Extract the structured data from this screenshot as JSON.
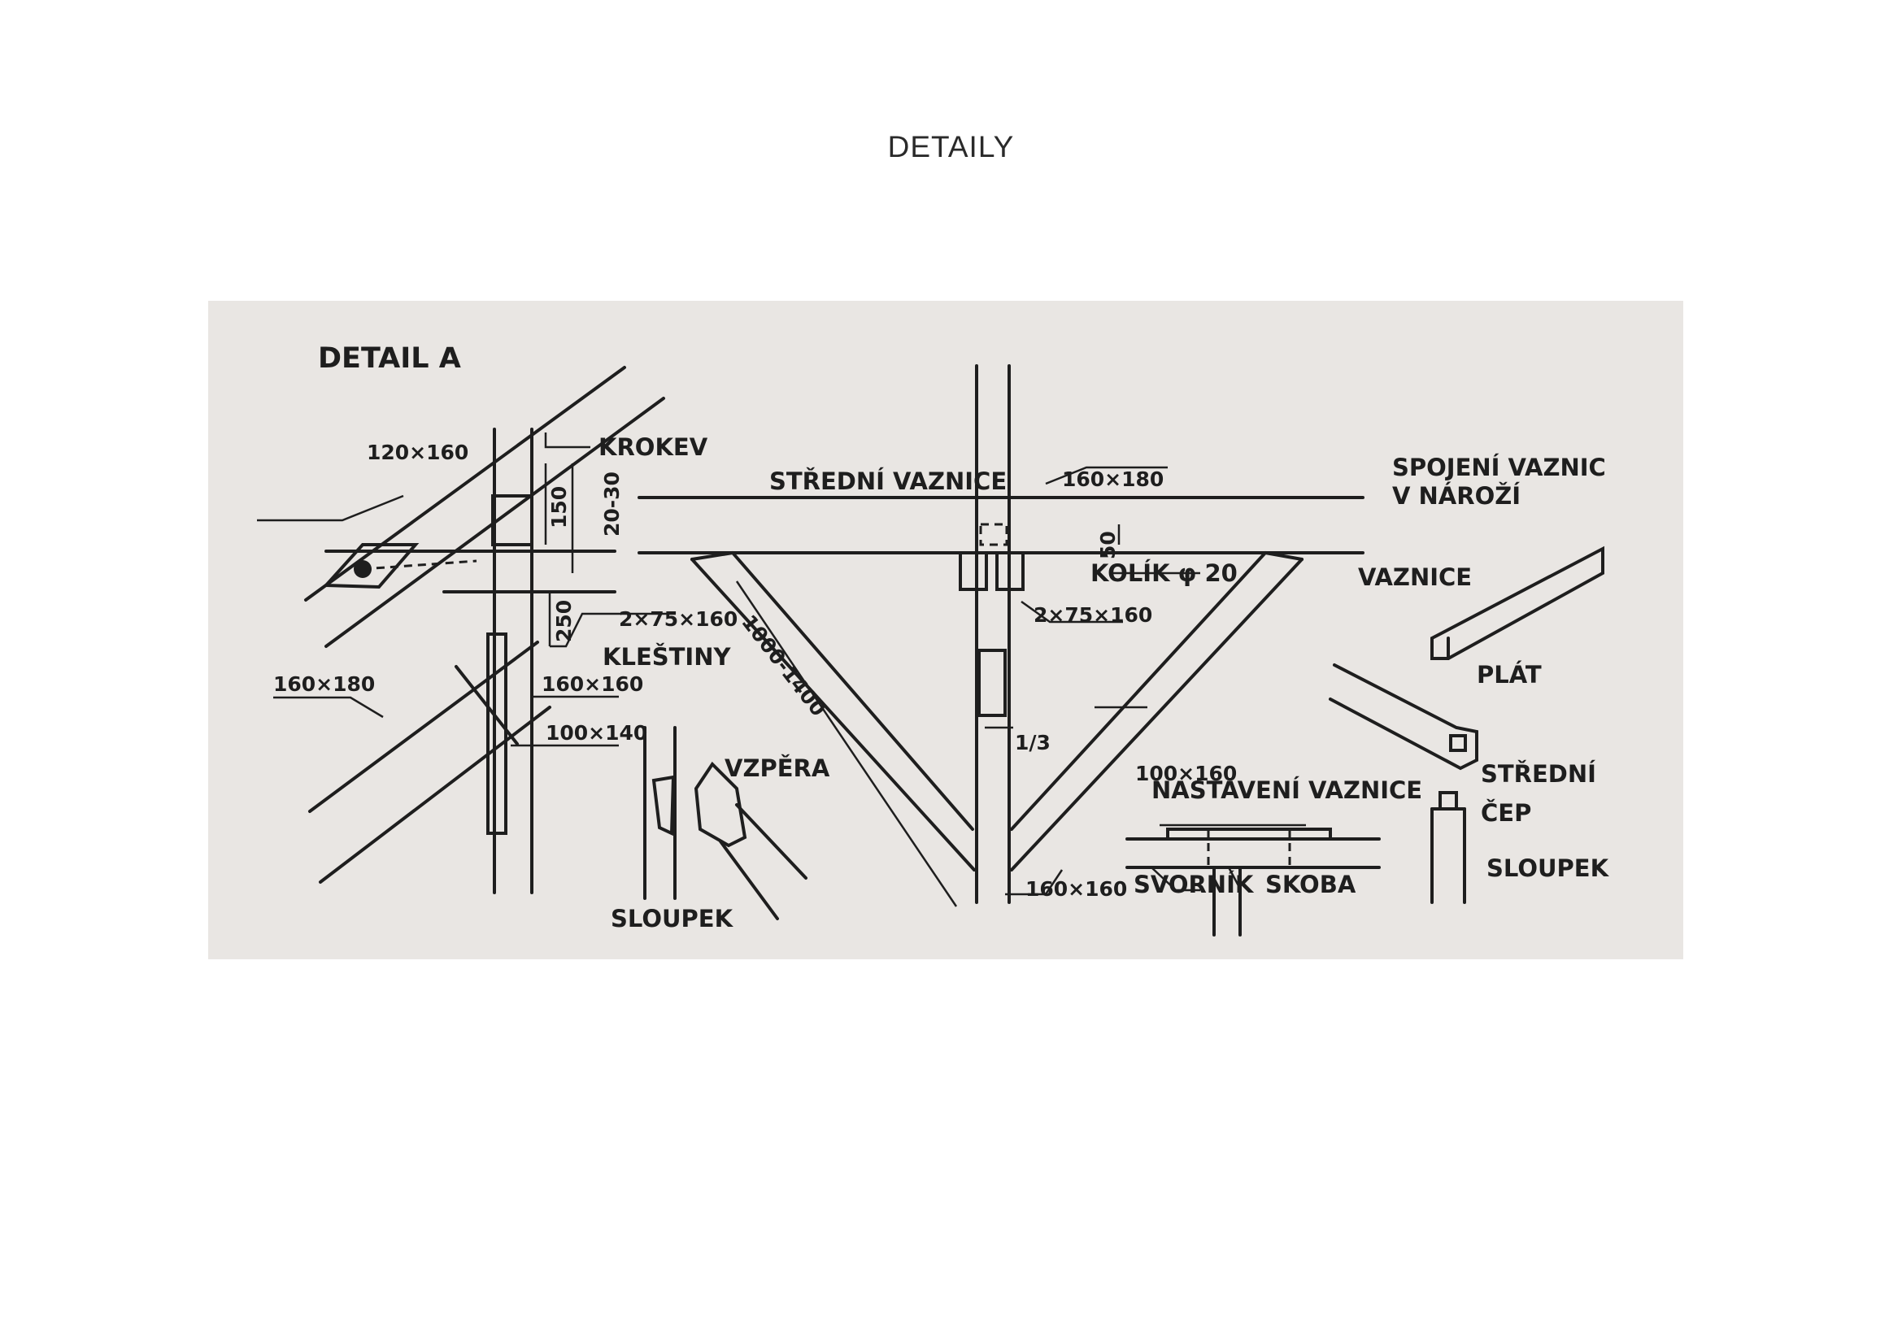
{
  "page": {
    "title": "DETAILY"
  },
  "drawing": {
    "detail_title": "DETAIL  A",
    "labels": {
      "krokev": "KROKEV",
      "dim_120x160": "120×160",
      "dim_150": "150",
      "dim_20_30": "20-30",
      "dim_250": "250",
      "dim_2x75x160_left": "2×75×160",
      "klestiny": "KLEŠTINY",
      "dim_160x180": "160×180",
      "dim_160x160_left": "160×160",
      "dim_100x140": "100×140",
      "vzpera": "VZPĚRA",
      "sloupek_left": "SLOUPEK",
      "dim_1000_1400": "1000-1400",
      "stredni_vaznice": "STŘEDNÍ VAZNICE",
      "dim_160x180_top": "160×180",
      "dim_50": "50",
      "kolik": "KOLÍK φ 20",
      "dim_2x75x160_mid": "2×75×160",
      "ratio_1_3": "1/3",
      "dim_100x160": "100×160",
      "dim_160x160_bottom": "160×160",
      "svornik": "SVORNÍK",
      "skoba": "SKOBA",
      "nastaveni_vaznice": "NASTAVENÍ VAZNICE",
      "vaznice": "VAZNICE",
      "spojeni_line1": "SPOJENÍ VAZNIC",
      "spojeni_line2": "V NÁROŽÍ",
      "plat": "PLÁT",
      "stredni_cep_line1": "STŘEDNÍ",
      "stredni_cep_line2": "ČEP",
      "sloupek_right": "SLOUPEK"
    }
  }
}
